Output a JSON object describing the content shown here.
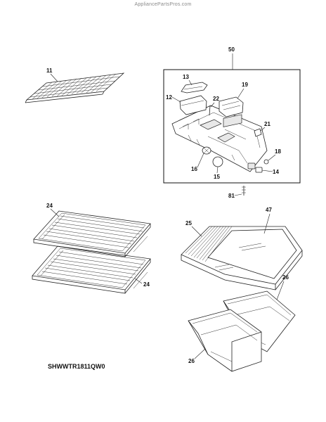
{
  "watermark": "AppliancePartsPros.com",
  "model_number": "SHWWTR1811QW0",
  "callouts": {
    "c11": "11",
    "c50": "50",
    "c13": "13",
    "c12": "12",
    "c22": "22",
    "c19": "19",
    "c21": "21",
    "c18": "18",
    "c14": "14",
    "c16": "16",
    "c15": "15",
    "c81": "81",
    "c24a": "24",
    "c24b": "24",
    "c47": "47",
    "c25": "25",
    "c26a": "26",
    "c26b": "26"
  },
  "parts": [
    {
      "id": "11",
      "name": "wire-shelf"
    },
    {
      "id": "50",
      "name": "control-housing-assembly"
    },
    {
      "id": "24",
      "name": "glass-shelf"
    },
    {
      "id": "25",
      "name": "crisper-cover-frame"
    },
    {
      "id": "47",
      "name": "crisper-cover-glass"
    },
    {
      "id": "26",
      "name": "crisper-drawer"
    }
  ]
}
